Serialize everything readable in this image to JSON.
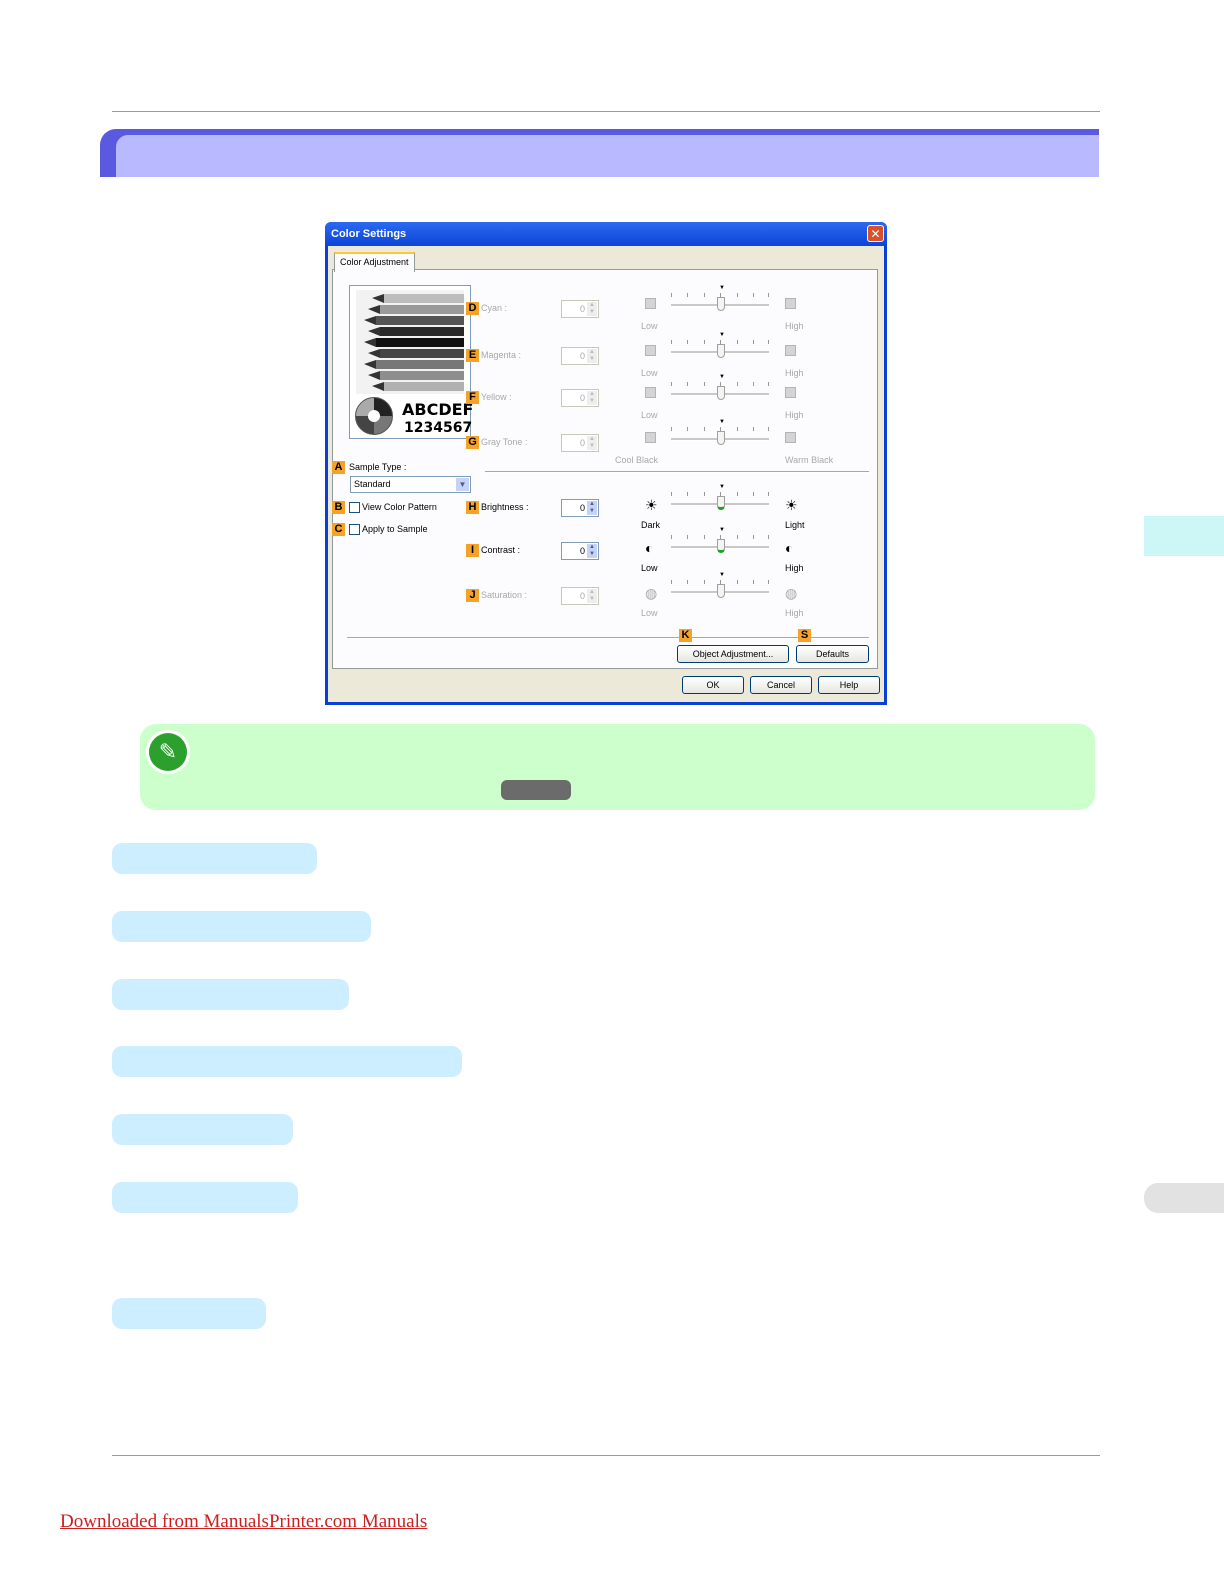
{
  "dialog": {
    "title": "Color Settings",
    "close_glyph": "✕",
    "tab_label": "Color Adjustment",
    "preview": {
      "text_line1": "ABCDEF",
      "text_line2": "1234567"
    },
    "left": {
      "sample_type_marker": "A",
      "sample_type_label": "Sample Type :",
      "sample_type_value": "Standard",
      "view_color_pattern_marker": "B",
      "view_color_pattern_label": "View Color Pattern",
      "apply_to_sample_marker": "C",
      "apply_to_sample_label": "Apply to Sample"
    },
    "sliders": [
      {
        "marker": "D",
        "label": "Cyan :",
        "value": "0",
        "low": "Low",
        "high": "High",
        "enabled": false
      },
      {
        "marker": "E",
        "label": "Magenta :",
        "value": "0",
        "low": "Low",
        "high": "High",
        "enabled": false
      },
      {
        "marker": "F",
        "label": "Yellow :",
        "value": "0",
        "low": "Low",
        "high": "High",
        "enabled": false
      },
      {
        "marker": "G",
        "label": "Gray Tone :",
        "value": "0",
        "low": "Cool Black",
        "high": "Warm Black",
        "enabled": false
      },
      {
        "marker": "H",
        "label": "Brightness :",
        "value": "0",
        "low": "Dark",
        "high": "Light",
        "enabled": true
      },
      {
        "marker": "I",
        "label": "Contrast :",
        "value": "0",
        "low": "Low",
        "high": "High",
        "enabled": true
      },
      {
        "marker": "J",
        "label": "Saturation :",
        "value": "0",
        "low": "Low",
        "high": "High",
        "enabled": false
      }
    ],
    "object_adjustment_marker": "K",
    "object_adjustment_label": "Object Adjustment...",
    "defaults_marker": "S",
    "defaults_label": "Defaults",
    "ok_label": "OK",
    "cancel_label": "Cancel",
    "help_label": "Help"
  },
  "footer": {
    "download_link": "Downloaded from ManualsPrinter.com Manuals"
  },
  "colors": {
    "band_dark": "#5a5ae0",
    "band_light": "#b9b9ff",
    "note_bg": "#ccffcc",
    "marker": "#f5a22a",
    "heading_pill": "#cdeeff"
  }
}
